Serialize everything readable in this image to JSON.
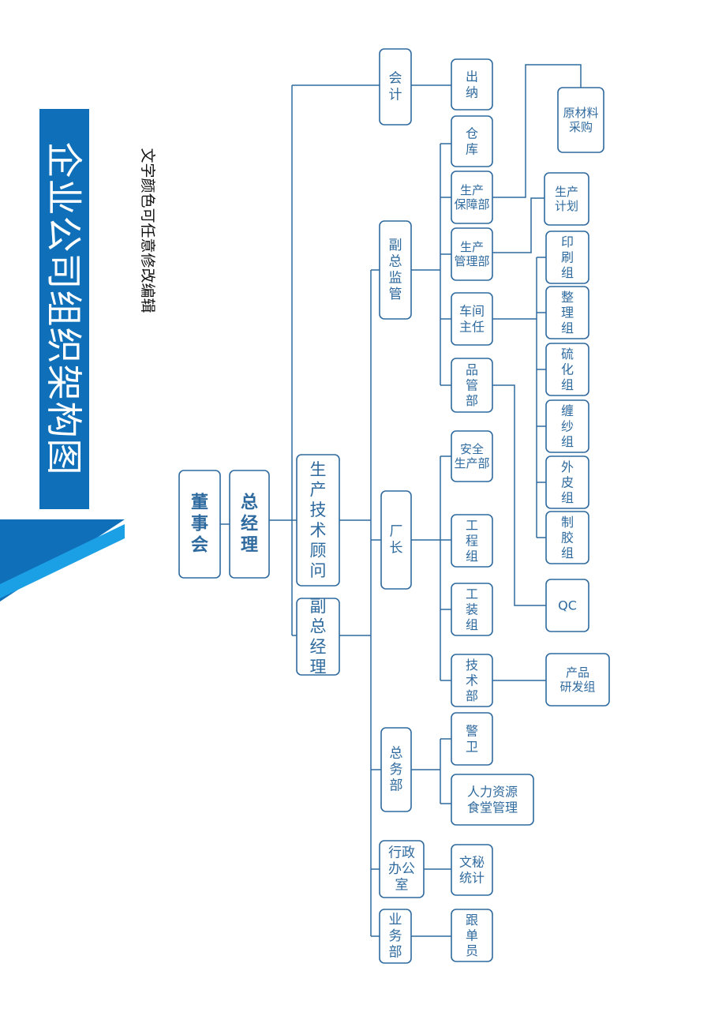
{
  "header": {
    "title": "企业公司组织架构图",
    "subtitle": "文字颜色可任意修改编辑"
  },
  "colors": {
    "accent": "#0f6fb8",
    "line": "#2f6a9e",
    "deco_light": "#1ba0e6"
  },
  "chart": {
    "nodes": [
      {
        "id": "dongshihui",
        "lines": [
          "董",
          "事",
          "会"
        ]
      },
      {
        "id": "zongjingli",
        "lines": [
          "总",
          "经",
          "理"
        ]
      },
      {
        "id": "shengchan-jishu-guwen",
        "lines": [
          "生",
          "产",
          "技",
          "术",
          "顾",
          "问"
        ]
      },
      {
        "id": "fu-zongjingli",
        "lines": [
          "副",
          "总",
          "经",
          "理"
        ]
      },
      {
        "id": "kuaiji",
        "lines": [
          "会",
          "计"
        ]
      },
      {
        "id": "fu-zongjianguan",
        "lines": [
          "副",
          "总",
          "监",
          "管"
        ]
      },
      {
        "id": "changzhang",
        "lines": [
          "厂",
          "长"
        ]
      },
      {
        "id": "zongwubu",
        "lines": [
          "总",
          "务",
          "部"
        ]
      },
      {
        "id": "xingzheng-bangongshi",
        "lines": [
          "行政",
          "办公",
          "室"
        ]
      },
      {
        "id": "yewubu",
        "lines": [
          "业",
          "务",
          "部"
        ]
      },
      {
        "id": "chuna",
        "lines": [
          "出",
          "纳"
        ]
      },
      {
        "id": "cangku",
        "lines": [
          "仓",
          "库"
        ]
      },
      {
        "id": "shengchan-baozhangbu",
        "lines": [
          "生产",
          "保障部"
        ]
      },
      {
        "id": "shengchan-guanlibu",
        "lines": [
          "生产",
          "管理部"
        ]
      },
      {
        "id": "chejian-zhuren",
        "lines": [
          "车间",
          "主任"
        ]
      },
      {
        "id": "pinguanbu",
        "lines": [
          "品",
          "管",
          "部"
        ]
      },
      {
        "id": "anquan-shengchanbu",
        "lines": [
          "安全",
          "生产部"
        ]
      },
      {
        "id": "gongchengzu",
        "lines": [
          "工",
          "程",
          "组"
        ]
      },
      {
        "id": "gongzhuangzu",
        "lines": [
          "工",
          "装",
          "组"
        ]
      },
      {
        "id": "jishubu",
        "lines": [
          "技",
          "术",
          "部"
        ]
      },
      {
        "id": "jingwei",
        "lines": [
          "警",
          "卫"
        ]
      },
      {
        "id": "renli-shitang",
        "lines": [
          "人力资源",
          "食堂管理"
        ]
      },
      {
        "id": "wenmi-tongji",
        "lines": [
          "文秘",
          "统计"
        ]
      },
      {
        "id": "gendanyuan",
        "lines": [
          "跟",
          "单",
          "员"
        ]
      },
      {
        "id": "yuancailiao-caigou",
        "lines": [
          "原材料",
          "采购"
        ]
      },
      {
        "id": "shengchan-jihua",
        "lines": [
          "生产",
          "计划"
        ]
      },
      {
        "id": "yinshuazu",
        "lines": [
          "印",
          "刷",
          "组"
        ]
      },
      {
        "id": "zhenglizu",
        "lines": [
          "整",
          "理",
          "组"
        ]
      },
      {
        "id": "liuhuazu",
        "lines": [
          "硫",
          "化",
          "组"
        ]
      },
      {
        "id": "chanshazu",
        "lines": [
          "缠",
          "纱",
          "组"
        ]
      },
      {
        "id": "waipizu",
        "lines": [
          "外",
          "皮",
          "组"
        ]
      },
      {
        "id": "zhijiaozu",
        "lines": [
          "制",
          "胶",
          "组"
        ]
      },
      {
        "id": "qc",
        "lines": [
          "QC"
        ]
      },
      {
        "id": "chanpin-yanfazu",
        "lines": [
          "产品",
          "研发组"
        ]
      }
    ]
  }
}
